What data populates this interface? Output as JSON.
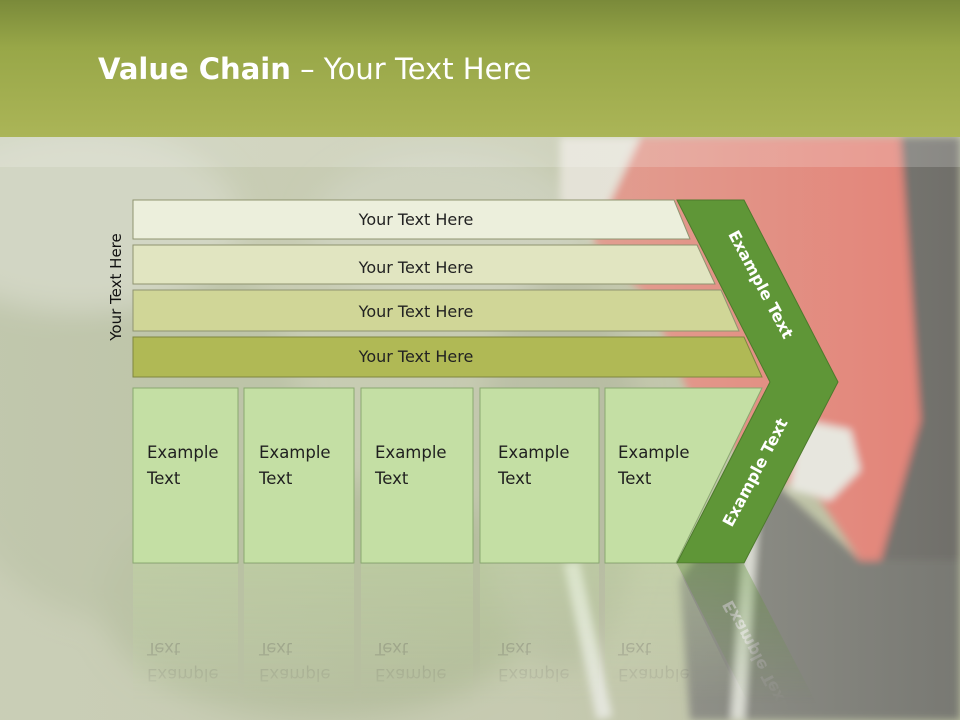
{
  "slide": {
    "title_bold": "Value Chain",
    "title_rest": " – Your Text Here",
    "side_label": "Your Text Here",
    "bars": [
      {
        "label": "Your Text Here",
        "color": "#ecefdc"
      },
      {
        "label": "Your Text Here",
        "color": "#e1e5c1"
      },
      {
        "label": "Your Text Here",
        "color": "#d0d697"
      },
      {
        "label": "Your Text Here",
        "color": "#b0b955"
      }
    ],
    "boxes": [
      {
        "line1": "Example",
        "line2": "Text"
      },
      {
        "line1": "Example",
        "line2": "Text"
      },
      {
        "line1": "Example",
        "line2": "Text"
      },
      {
        "line1": "Example",
        "line2": "Text"
      },
      {
        "line1": "Example",
        "line2": "Text"
      }
    ],
    "chevron_upper": "Example Text",
    "chevron_lower": "Example Text"
  },
  "colors": {
    "header": "#a4b04e",
    "box_fill": "#c4dfa4",
    "chevron": "#5f9637",
    "jacket": "#e0483c"
  }
}
